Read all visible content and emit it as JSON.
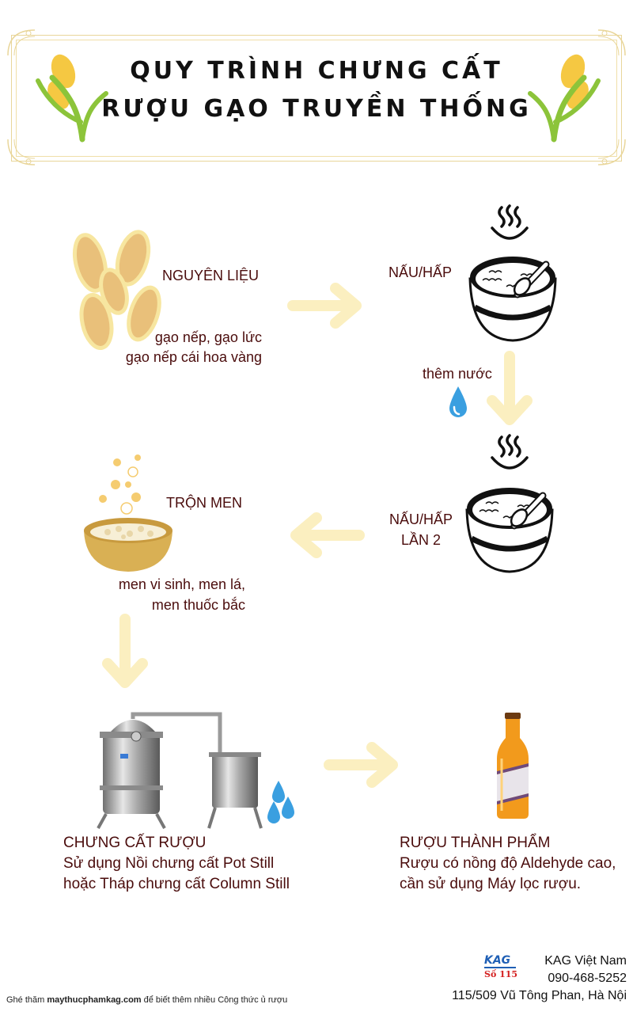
{
  "header": {
    "title_line1": "QUY TRÌNH CHƯNG CẤT",
    "title_line2": "RƯỢU GẠO TRUYỀN THỐNG"
  },
  "steps": {
    "ingredients": {
      "title": "NGUYÊN LIỆU",
      "detail_line1": "gạo nếp, gạo lức",
      "detail_line2": "gạo nếp cái hoa vàng"
    },
    "cook1": {
      "title": "NẤU/HẤP"
    },
    "add_water": {
      "label": "thêm nước"
    },
    "cook2": {
      "title_line1": "NẤU/HẤP",
      "title_line2": "LẦN 2"
    },
    "yeast": {
      "title": "TRỘN MEN",
      "detail_line1": "men vi sinh, men lá,",
      "detail_line2": "men thuốc bắc"
    },
    "distill": {
      "title": "CHƯNG CẤT RƯỢU",
      "detail_line1": "Sử dụng Nồi chưng cất Pot Still",
      "detail_line2": "hoặc Tháp chưng cất Column Still"
    },
    "product": {
      "title": "RƯỢU THÀNH PHẨM",
      "detail_line1": "Rượu có nồng độ Aldehyde cao,",
      "detail_line2": "cần sử dụng Máy lọc rượu."
    }
  },
  "footer": {
    "note_prefix": "Ghé thăm",
    "note_site": "maythucphamkag.com",
    "note_suffix": "để biết thêm nhiều Công thức ủ rượu",
    "company": "KAG Việt Nam",
    "phone": "090-468-5252",
    "address": "115/509 Vũ Tông Phan, Hà Nội",
    "logo_text": "KAG",
    "logo_sub": "Số 115"
  },
  "colors": {
    "arrow": "#fbefc0",
    "text": "#4a0c0c",
    "frame": "#e9d69a",
    "rice_grain": "#e9c07a",
    "wheat_leaf": "#8cc43a",
    "wheat_grain": "#f5c842",
    "bottle": "#f29a1c"
  }
}
